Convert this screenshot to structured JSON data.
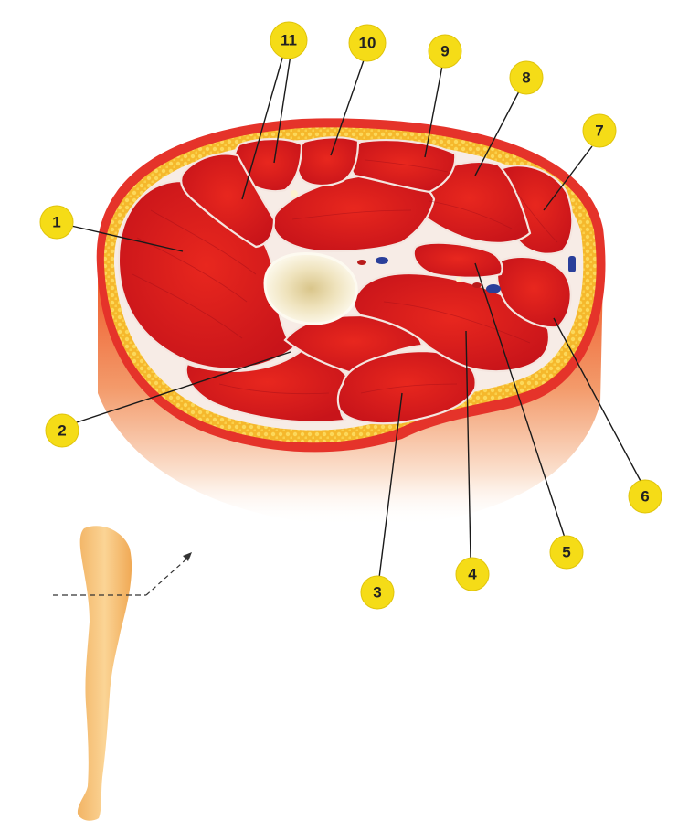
{
  "labels": [
    {
      "id": "1",
      "text": "1"
    },
    {
      "id": "2",
      "text": "2"
    },
    {
      "id": "3",
      "text": "3"
    },
    {
      "id": "4",
      "text": "4"
    },
    {
      "id": "5",
      "text": "5"
    },
    {
      "id": "6",
      "text": "6"
    },
    {
      "id": "7",
      "text": "7"
    },
    {
      "id": "8",
      "text": "8"
    },
    {
      "id": "9",
      "text": "9"
    },
    {
      "id": "10",
      "text": "10"
    },
    {
      "id": "11",
      "text": "11"
    }
  ],
  "colors": {
    "muscle": "#e0201c",
    "muscle_dark": "#b5121a",
    "fat": "#f6c43a",
    "skin": "#e8362a",
    "bone": "#f3ecd2",
    "label_fill": "#f5dc17",
    "vessel_blue": "#2a3f9a"
  }
}
